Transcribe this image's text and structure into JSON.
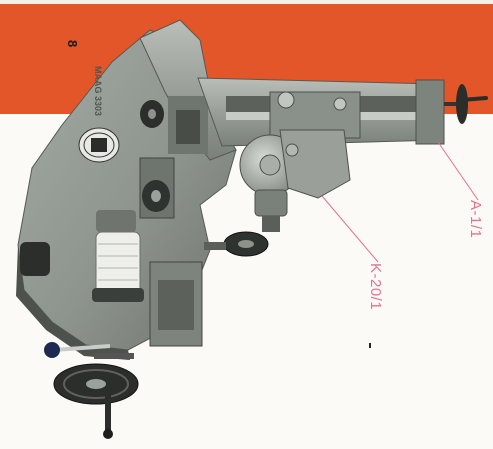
{
  "page": {
    "page_number": "8"
  },
  "machine": {
    "nameplate_text": "MAAG",
    "model_number": "3303"
  },
  "callouts": [
    {
      "label": "A-1/1"
    },
    {
      "label": "K-20/1"
    }
  ],
  "colors": {
    "background": "#fbfaf6",
    "banner": "#e3562a",
    "callout_text": "#e8708a",
    "machine_body": "#8e948e",
    "machine_shadow": "#3a3e3a",
    "knob": "#1d2b50"
  }
}
